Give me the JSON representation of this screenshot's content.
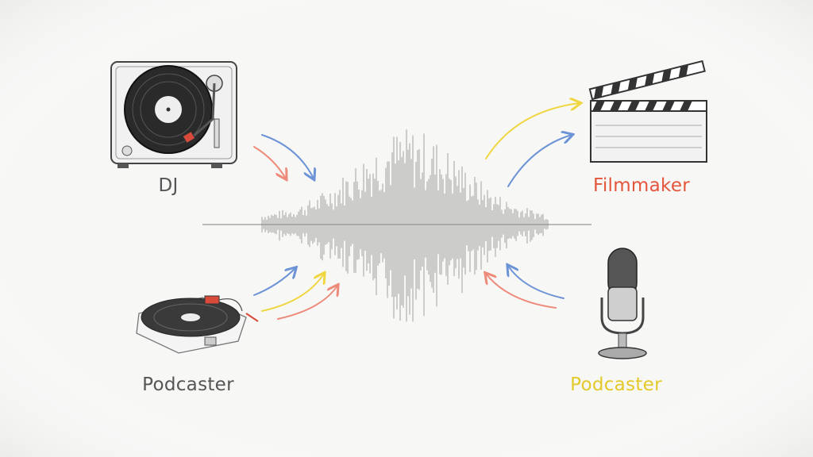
{
  "labels": {
    "dj": "DJ",
    "filmmaker": "Filmmaker",
    "podcaster_left": "Podcaster",
    "podcaster_right": "Podcaster"
  },
  "colors": {
    "background": "#f7f7f6",
    "dj_label": "#555555",
    "filmmaker_label": "#e5553b",
    "podcaster_left_label": "#555555",
    "podcaster_right_label": "#e3c92a",
    "arrow_red": "#ee8a7a",
    "arrow_blue": "#6c93d6",
    "arrow_yellow": "#f0d640",
    "waveform": "#8a8a8a"
  },
  "icons": [
    "turntable-icon",
    "clapperboard-icon",
    "record-player-icon",
    "microphone-icon",
    "sound-waveform"
  ]
}
